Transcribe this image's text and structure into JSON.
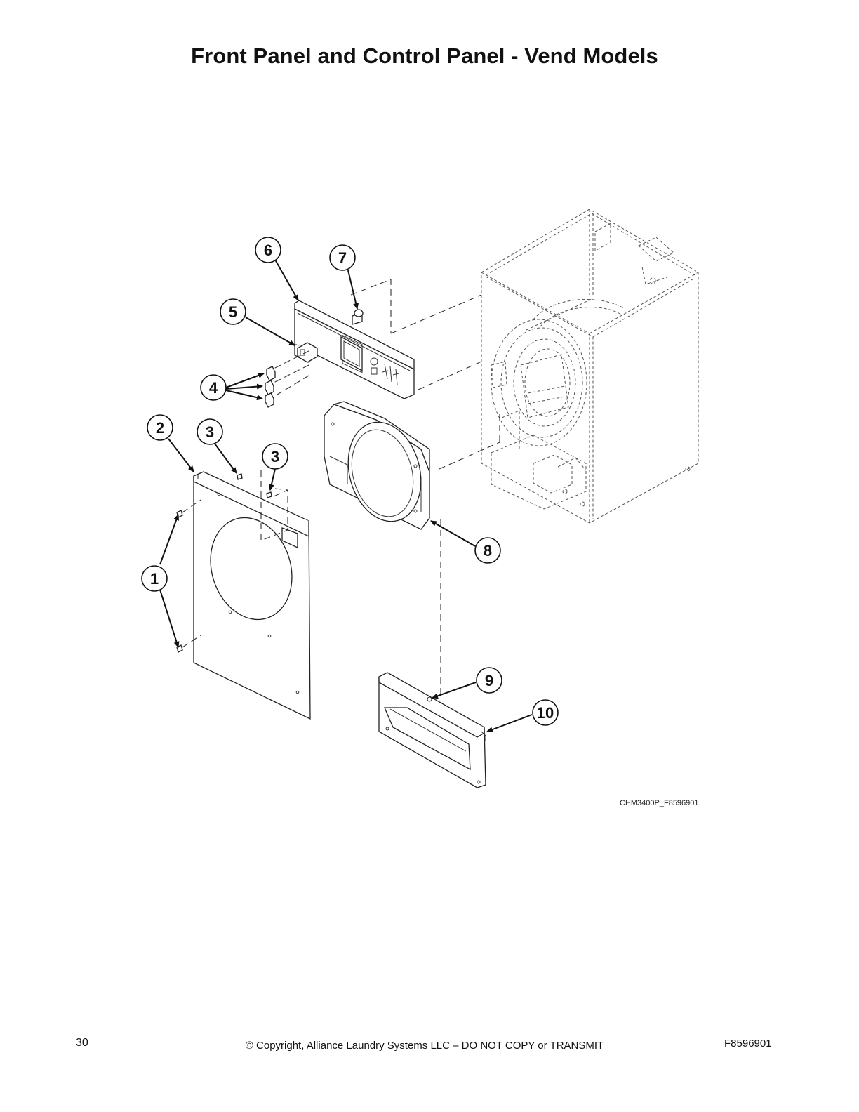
{
  "page": {
    "title": "Front Panel and Control Panel - Vend Models",
    "figure_code": "CHM3400P_F8596901",
    "page_number": "30",
    "copyright": "© Copyright, Alliance Laundry Systems LLC – DO NOT COPY or TRANSMIT",
    "document_code": "F8596901"
  },
  "callouts": {
    "c1": "1",
    "c2": "2",
    "c3a": "3",
    "c3b": "3",
    "c4": "4",
    "c5": "5",
    "c6": "6",
    "c7": "7",
    "c8": "8",
    "c9": "9",
    "c10": "10"
  }
}
